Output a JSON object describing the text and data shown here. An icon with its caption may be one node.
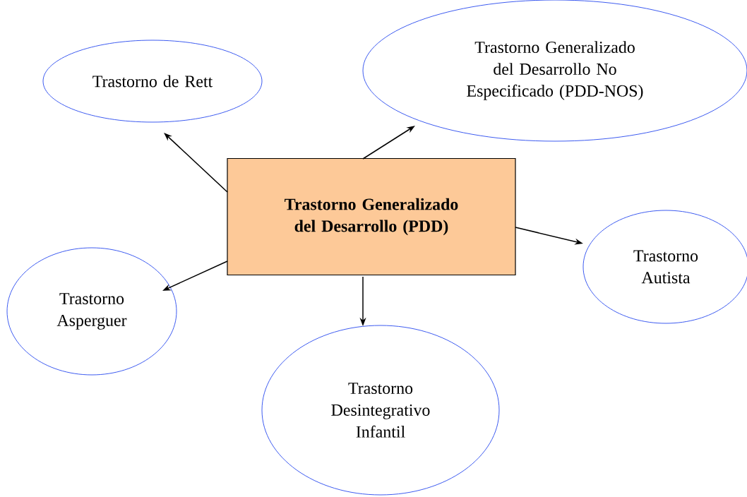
{
  "diagram": {
    "nodes": [
      {
        "text": [
          "Trastorno Generalizado del Desarrollo (PDD)"
        ]
      },
      {
        "text": [
          "Trastorno de Rett"
        ]
      },
      {
        "text": [
          "Trastorno Generalizado del Desarrollo No Especificado (PDD-NOS)"
        ]
      },
      {
        "text": [
          "Trastorno Autista"
        ]
      },
      {
        "text": [
          "Trastorno Asperguer"
        ]
      },
      {
        "text": [
          "Trastorno Desintegrativo Infantil"
        ]
      }
    ],
    "edges": [
      {
        "from": 0,
        "to": 1,
        "arrow": "to"
      },
      {
        "from": 0,
        "to": 2,
        "arrow": "to"
      },
      {
        "from": 0,
        "to": 3,
        "arrow": "to"
      },
      {
        "from": 0,
        "to": 4,
        "arrow": "to"
      },
      {
        "from": 0,
        "to": 5,
        "arrow": "to"
      }
    ]
  }
}
